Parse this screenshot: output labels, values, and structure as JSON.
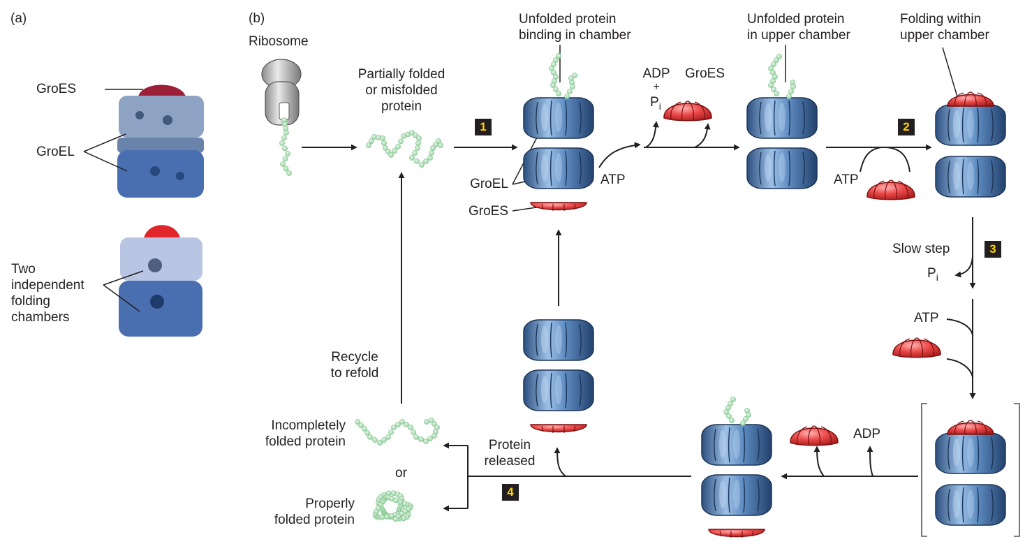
{
  "panels": {
    "a": "(a)",
    "b": "(b)"
  },
  "panel_a": {
    "groes_label": "GroES",
    "groel_label": "GroEL",
    "chambers_label": [
      "Two",
      "independent",
      "folding",
      "chambers"
    ]
  },
  "labels": {
    "ribosome": "Ribosome",
    "partially_folded": [
      "Partially folded",
      "or misfolded",
      "protein"
    ],
    "unfolded_binding": [
      "Unfolded protein",
      "binding in chamber"
    ],
    "groel": "GroEL",
    "groes": "GroES",
    "adp_top": "ADP",
    "plus": "+",
    "pi_base": "P",
    "pi_sub": "i",
    "groes_top": "GroES",
    "unfolded_upper": [
      "Unfolded protein",
      "in upper chamber"
    ],
    "folding_within": [
      "Folding within",
      "upper chamber"
    ],
    "atp": "ATP",
    "slow_step": "Slow step",
    "adp_bottom": "ADP",
    "protein_released": [
      "Protein",
      "released"
    ],
    "recycle": [
      "Recycle",
      "to refold"
    ],
    "incompletely": [
      "Incompletely",
      "folded protein"
    ],
    "or": "or",
    "properly": [
      "Properly",
      "folded protein"
    ]
  },
  "steps": [
    "1",
    "2",
    "3",
    "4"
  ],
  "colors": {
    "groel_blue": "#4a78ad",
    "groes_red": "#e23b3b",
    "protein_green": "#a8dcb0",
    "arrow": "#231f20",
    "step_box": "#231f20",
    "step_number": "#ffd200"
  }
}
